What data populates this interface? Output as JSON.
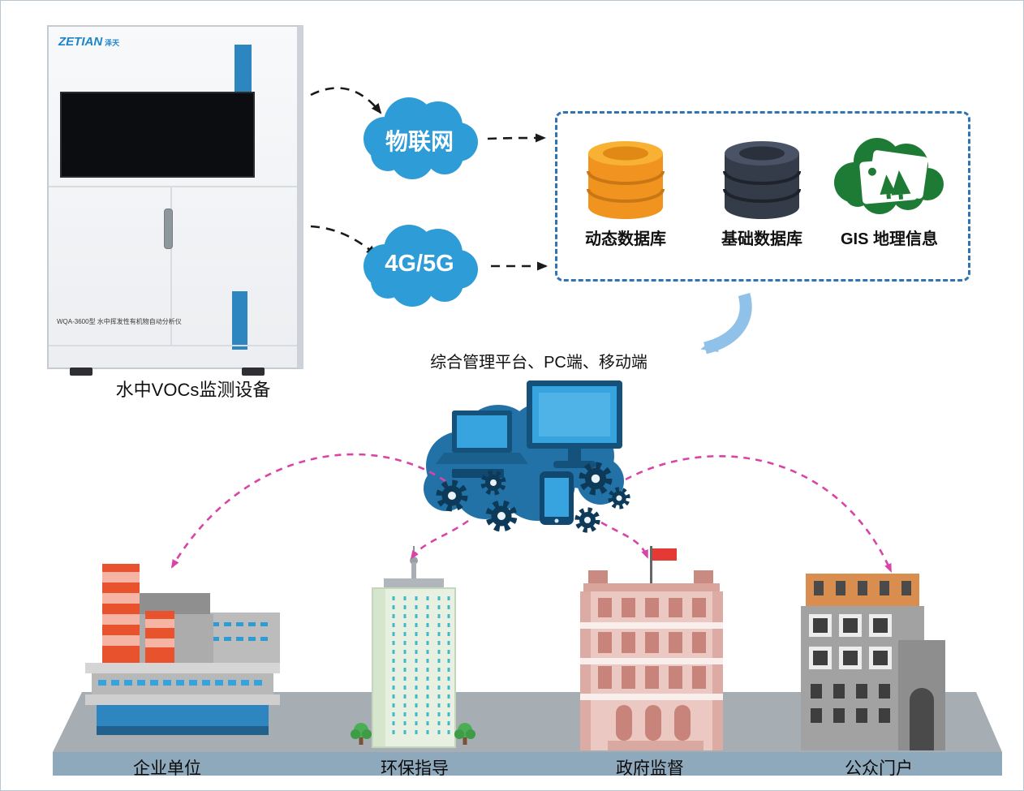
{
  "device": {
    "brand": "ZETIAN",
    "brand_cn": "泽天",
    "model": "WQA-3600型 水中挥发性有机物自动分析仪",
    "caption": "水中VOCs监测设备"
  },
  "network": {
    "iot": "物联网",
    "cellular": "4G/5G"
  },
  "data_center": {
    "dynamic_db": "动态数据库",
    "basic_db": "基础数据库",
    "gis": "GIS 地理信息"
  },
  "platform": {
    "caption": "综合管理平台、PC端、移动端"
  },
  "endpoints": [
    {
      "label": "企业单位"
    },
    {
      "label": "环保指导"
    },
    {
      "label": "政府监督"
    },
    {
      "label": "公众门户"
    }
  ],
  "colors": {
    "cloud_blue": "#2E9CD6",
    "platform_blue": "#2272A8",
    "link_pink": "#D944A7",
    "db_orange": "#F0941F",
    "db_dark": "#343B49",
    "gis_green": "#1E7B35",
    "dashed_border_blue": "#2F74B5",
    "device_accent_blue": "#2E86C1"
  }
}
